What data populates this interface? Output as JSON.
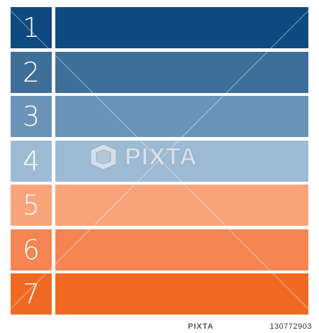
{
  "rows": [
    {
      "number": "1",
      "color": "#0e4a80"
    },
    {
      "number": "2",
      "color": "#3e6f98"
    },
    {
      "number": "3",
      "color": "#6c94b9"
    },
    {
      "number": "4",
      "color": "#9ebbd5"
    },
    {
      "number": "5",
      "color": "#f8a57c"
    },
    {
      "number": "6",
      "color": "#f48451"
    },
    {
      "number": "7",
      "color": "#f06a24"
    }
  ],
  "watermark": {
    "brand": "PIXTA"
  },
  "footer": {
    "logo": "PIXTA",
    "image_id": "130772903"
  }
}
